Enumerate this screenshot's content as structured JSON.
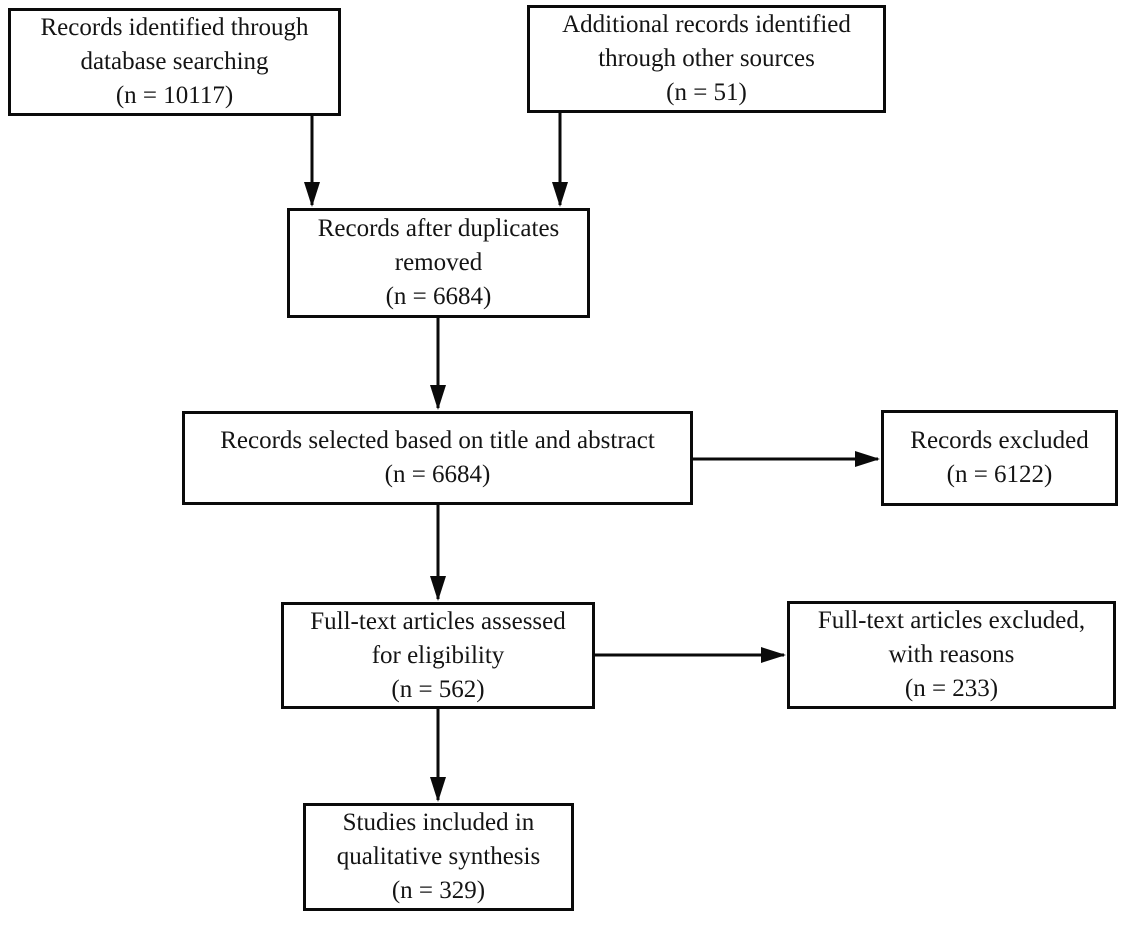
{
  "diagram": {
    "background_color": "#ffffff",
    "line_color": "#0a0a0a",
    "boxes": [
      {
        "id": "identified",
        "text": "Records identified through\ndatabase searching\n(n = 10117)"
      },
      {
        "id": "additional",
        "text": "Additional records identified\nthrough other sources\n(n = 51)"
      },
      {
        "id": "deduplicated",
        "text": "Records after duplicates\nremoved\n(n = 6684)"
      },
      {
        "id": "screened",
        "text": "Records selected based on title and abstract\n(n = 6684)"
      },
      {
        "id": "records-excluded",
        "text": "Records excluded\n(n = 6122)"
      },
      {
        "id": "fulltext-assessed",
        "text": "Full-text articles assessed\nfor eligibility\n(n = 562)"
      },
      {
        "id": "fulltext-excluded",
        "text": "Full-text articles excluded,\nwith reasons\n(n = 233)"
      },
      {
        "id": "included",
        "text": "Studies included in\nqualitative synthesis\n(n = 329)"
      }
    ],
    "edges": [
      {
        "from": "identified",
        "to": "deduplicated"
      },
      {
        "from": "additional",
        "to": "deduplicated"
      },
      {
        "from": "deduplicated",
        "to": "screened"
      },
      {
        "from": "screened",
        "to": "records-excluded"
      },
      {
        "from": "screened",
        "to": "fulltext-assessed"
      },
      {
        "from": "fulltext-assessed",
        "to": "fulltext-excluded"
      },
      {
        "from": "fulltext-assessed",
        "to": "included"
      }
    ]
  }
}
